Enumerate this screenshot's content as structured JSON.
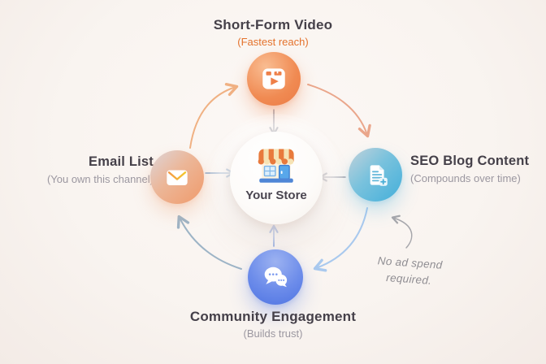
{
  "center": {
    "label": "Your Store"
  },
  "nodes": {
    "top": {
      "title": "Short-Form Video",
      "subtitle": "(Fastest reach)",
      "icon": "video-reel-icon",
      "color": "#ee8049"
    },
    "right": {
      "title": "SEO Blog Content",
      "subtitle": "(Compounds over time)",
      "icon": "document-plus-icon",
      "color": "#4ab0da"
    },
    "bottom": {
      "title": "Community Engagement",
      "subtitle": "(Builds trust)",
      "icon": "chat-bubbles-icon",
      "color": "#5479e4"
    },
    "left": {
      "title": "Email List",
      "subtitle": "(You own this channel)",
      "icon": "envelope-icon",
      "color": "#f09e70"
    }
  },
  "annotation": {
    "line1": "No ad spend",
    "line2": "required."
  },
  "colors": {
    "accent_orange": "#e4722c",
    "title_text": "#454049",
    "subtitle_text": "#9b97a0",
    "annotation_text": "#8f8d92",
    "arrow_orange": "#f0b183",
    "arrow_salmon": "#eaa68b",
    "arrow_lightblue": "#a9c9ee",
    "arrow_bluegray": "#9db4c6",
    "arrow_inner_gray": "#a3a3ad",
    "arrow_inner_bluegray": "#8ea9c9",
    "arrow_inner_blue": "#6e92d9"
  }
}
